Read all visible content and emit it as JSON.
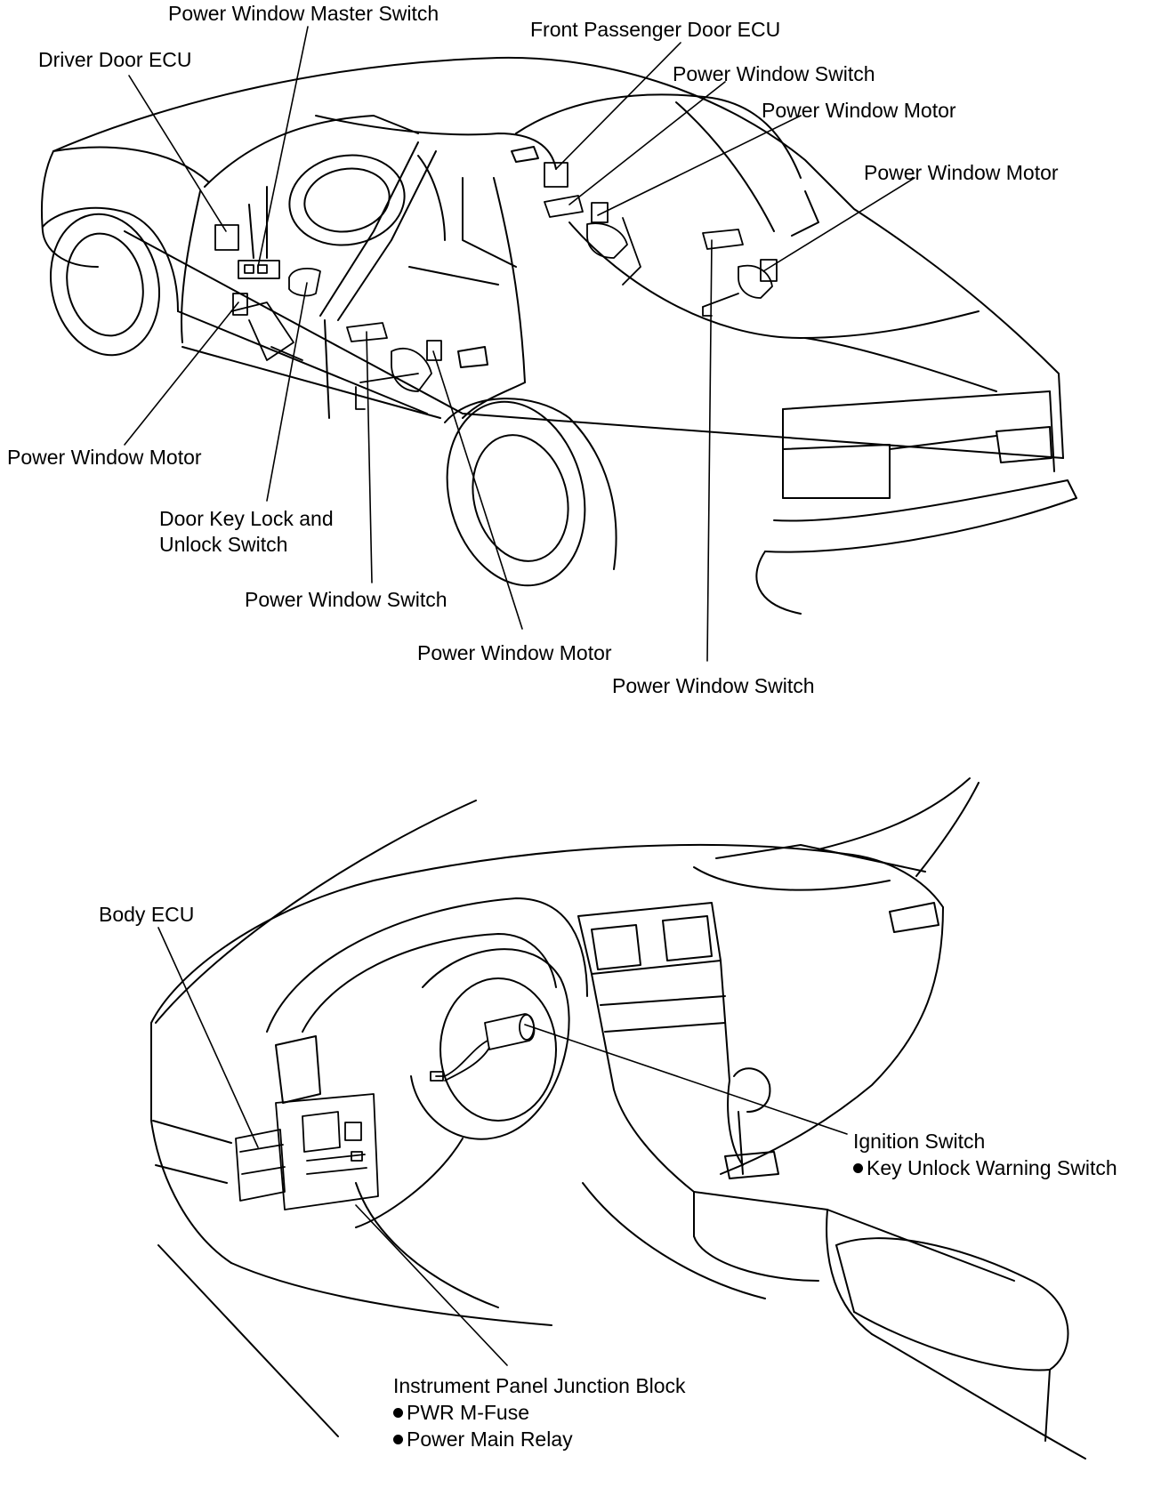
{
  "top_view": {
    "labels": {
      "pw_master_switch": "Power Window Master Switch",
      "front_pass_ecu": "Front Passenger Door ECU",
      "driver_ecu": "Driver Door ECU",
      "pw_switch_front_pass": "Power Window Switch",
      "pw_motor_front_pass": "Power Window Motor",
      "pw_motor_rear_right": "Power Window Motor",
      "pw_motor_driver": "Power Window Motor",
      "door_key_lock_line1": "Door Key Lock and",
      "door_key_lock_line2": "Unlock Switch",
      "pw_switch_rear_left": "Power Window Switch",
      "pw_motor_rear_left": "Power Window Motor",
      "pw_switch_rear_right": "Power Window Switch"
    }
  },
  "bottom_view": {
    "labels": {
      "body_ecu": "Body ECU",
      "ignition_switch": "Ignition Switch",
      "key_unlock_warning": "Key Unlock Warning Switch",
      "ip_junction_block": "Instrument Panel Junction Block",
      "pwr_m_fuse": "PWR M-Fuse",
      "power_main_relay": "Power Main Relay"
    }
  }
}
